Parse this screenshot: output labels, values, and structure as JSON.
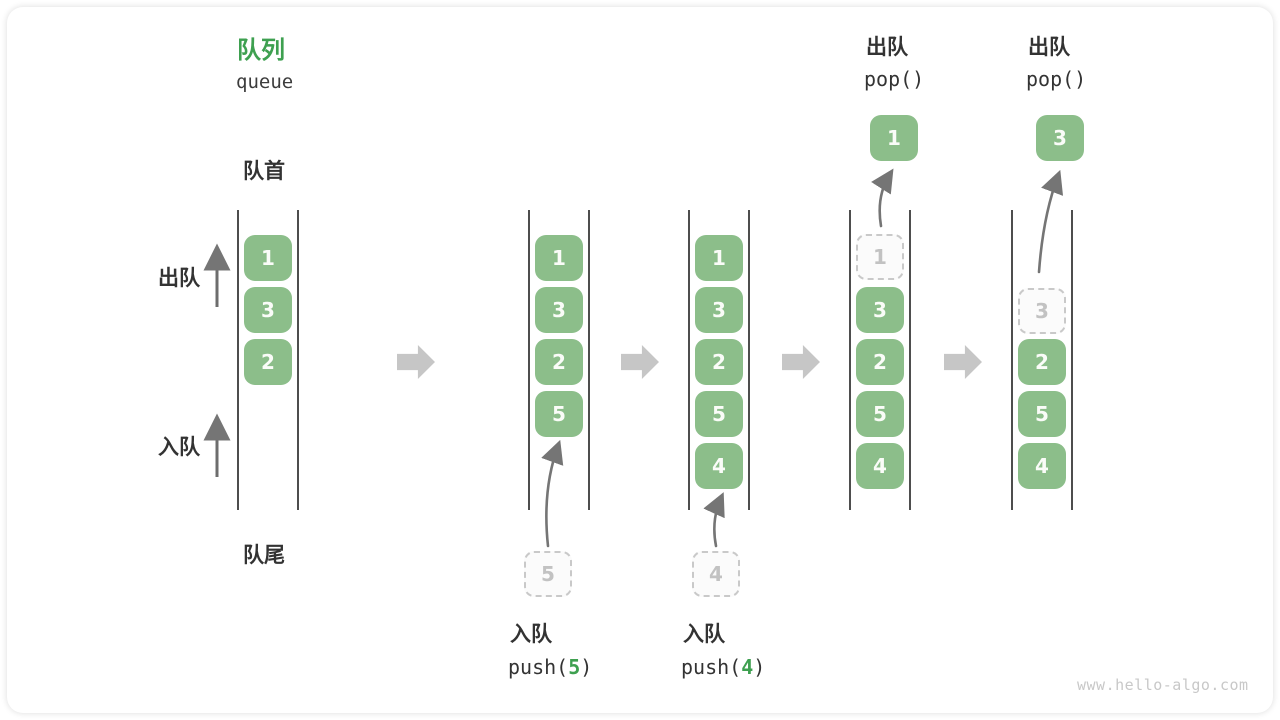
{
  "header": {
    "title_zh": "队列",
    "title_en": "queue"
  },
  "labels": {
    "front": "队首",
    "rear": "队尾",
    "dequeue_side": "出队",
    "enqueue_side": "入队"
  },
  "operations": {
    "push5": {
      "name_zh": "入队",
      "fn_open": "push(",
      "arg": "5",
      "fn_close": ")"
    },
    "push4": {
      "name_zh": "入队",
      "fn_open": "push(",
      "arg": "4",
      "fn_close": ")"
    },
    "pop1": {
      "name_zh": "出队",
      "fn": "pop()"
    },
    "pop2": {
      "name_zh": "出队",
      "fn": "pop()"
    }
  },
  "states": [
    {
      "queue": [
        "1",
        "3",
        "2"
      ]
    },
    {
      "queue": [
        "1",
        "3",
        "2",
        "5"
      ],
      "staged": "5"
    },
    {
      "queue": [
        "1",
        "3",
        "2",
        "5",
        "4"
      ],
      "staged": "4"
    },
    {
      "remaining": [
        "3",
        "2",
        "5",
        "4"
      ],
      "leaving": "1",
      "popped": "1"
    },
    {
      "remaining": [
        "2",
        "5",
        "4"
      ],
      "leaving": "3",
      "popped": "3"
    }
  ],
  "watermark": "www.hello-algo.com",
  "colors": {
    "item_green": "#8cbe8a",
    "accent_green": "#3ea050",
    "curve_arrow_gray": "#757575",
    "block_arrow_gray": "#c6c6c6",
    "channel_line": "#4e4e4e"
  }
}
